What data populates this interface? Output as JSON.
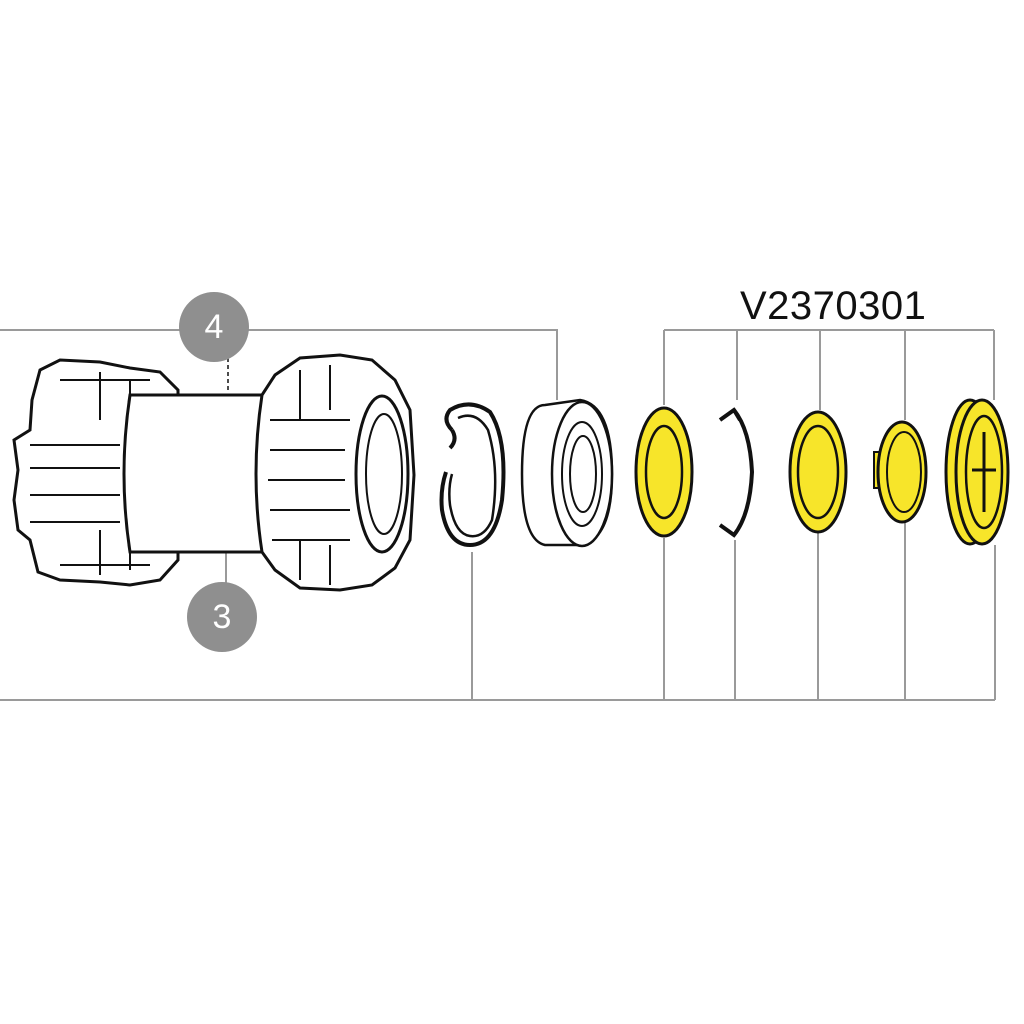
{
  "diagram": {
    "part_number": "V2370301",
    "callouts": [
      {
        "label": "4"
      },
      {
        "label": "3"
      }
    ]
  },
  "colors": {
    "highlight": "#f7e52a",
    "outline": "#111111",
    "leader": "#9a9a9a",
    "badge": "#8f8f8f"
  }
}
